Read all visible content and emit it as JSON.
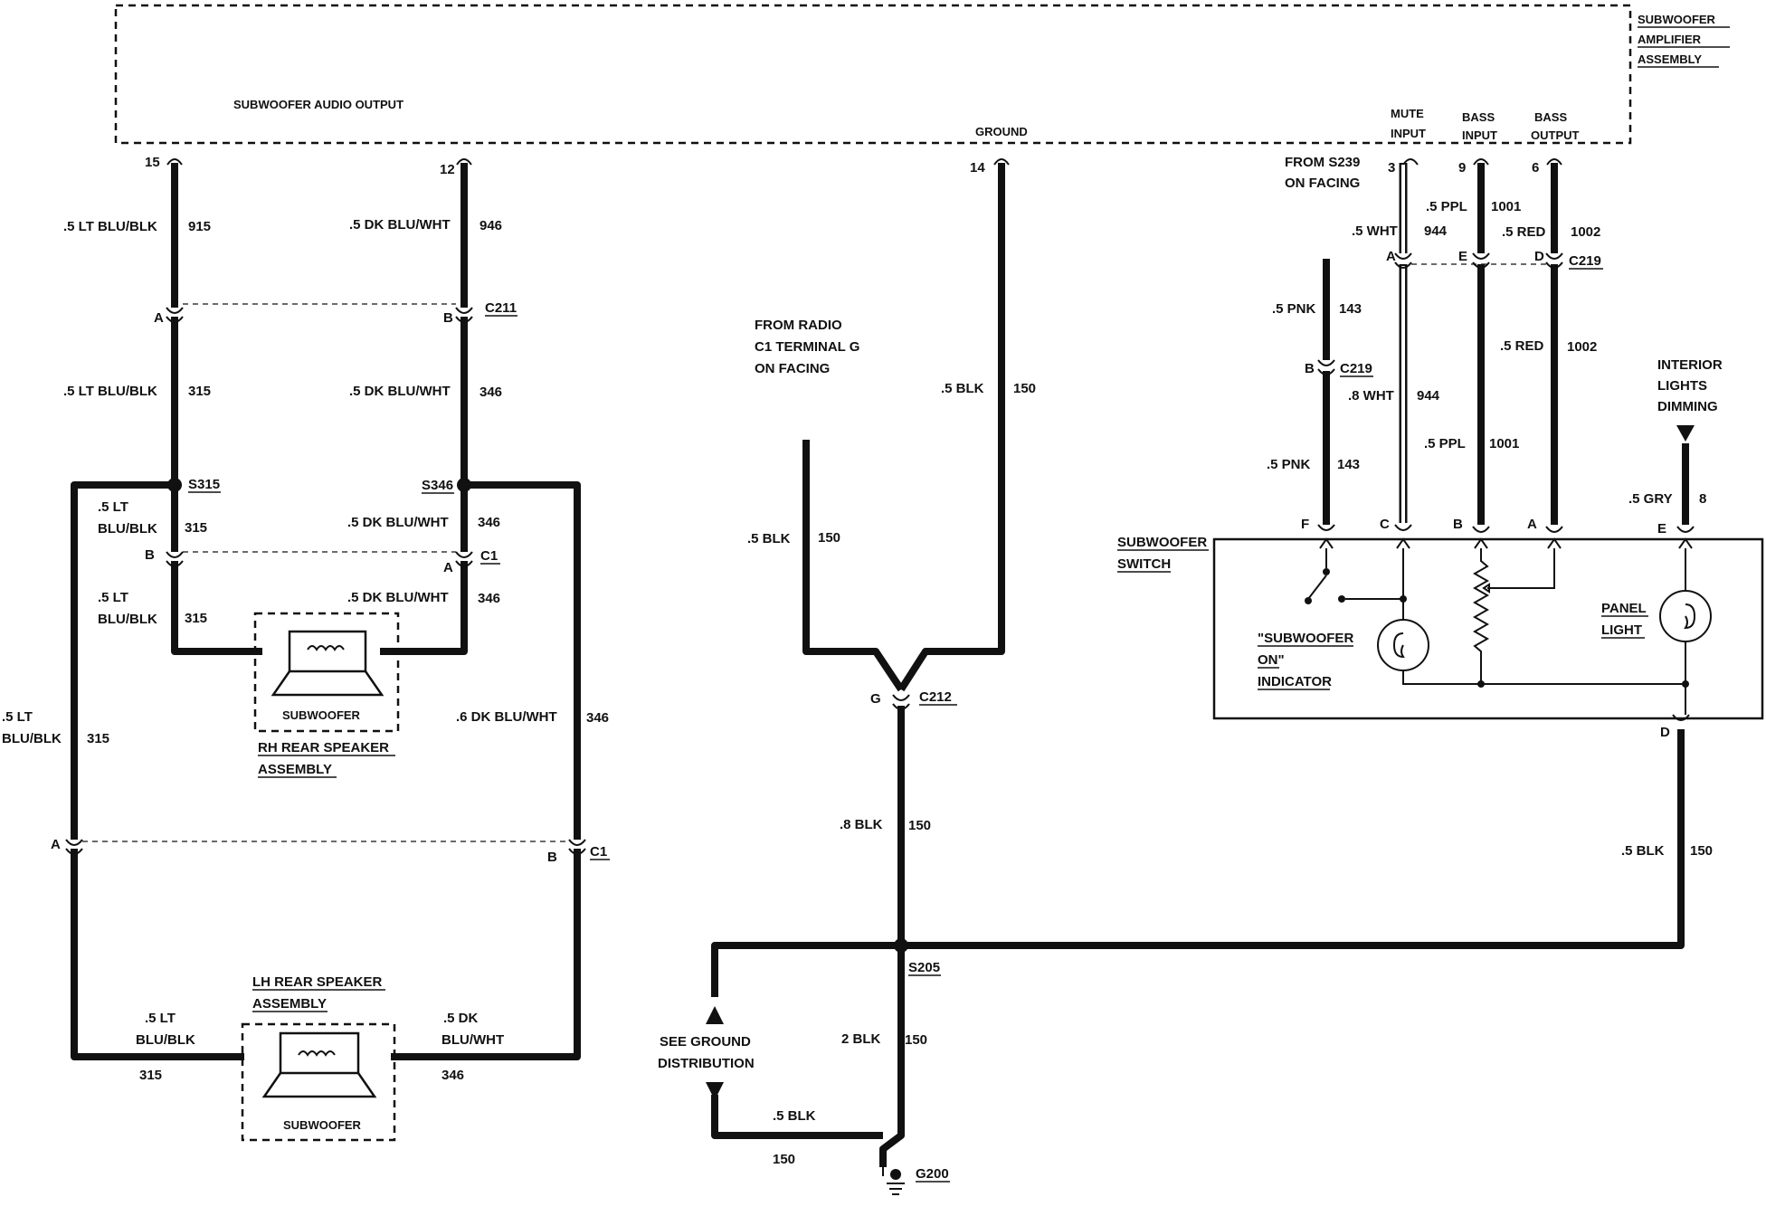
{
  "amplifier": {
    "title_lines": [
      "SUBWOOFER",
      "AMPLIFIER",
      "ASSEMBLY"
    ],
    "audio_output": "SUBWOOFER AUDIO OUTPUT",
    "ground": "GROUND",
    "mute_input": [
      "MUTE",
      "INPUT"
    ],
    "bass_input": [
      "BASS",
      "INPUT"
    ],
    "bass_output": [
      "BASS",
      "OUTPUT"
    ]
  },
  "pins": {
    "p15": "15",
    "p12": "12",
    "p14": "14",
    "p3": "3",
    "p9": "9",
    "p6": "6"
  },
  "from_s239": [
    "FROM S239",
    "ON FACING"
  ],
  "from_radio": [
    "FROM RADIO",
    "C1 TERMINAL G",
    "ON FACING"
  ],
  "interior_lights": [
    "INTERIOR",
    "LIGHTS",
    "DIMMING"
  ],
  "wires": {
    "w915_color": ".5 LT BLU/BLK",
    "w915_num": "915",
    "w946_color": ".5 DK BLU/WHT",
    "w946_num": "946",
    "w315_color": ".5 LT BLU/BLK",
    "w315_num": "315",
    "w346_color": ".5 DK BLU/WHT",
    "w346_num": "346",
    "w315b_line1": ".5 LT",
    "w315b_line2": "BLU/BLK",
    "w315b_num": "315",
    "w346b_color": ".5 DK BLU/WHT",
    "w346b_num": "346",
    "w315c_line1": ".5 LT",
    "w315c_line2": "BLU/BLK",
    "w315c_num": "315",
    "w346c_color": ".5 DK BLU/WHT",
    "w346c_num": "346",
    "w315d_line1": ".5 LT",
    "w315d_line2": "BLU/BLK",
    "w315d_num": "315",
    "w346d_color": ".6 DK BLU/WHT",
    "w346d_num": "346",
    "w315e_line1": ".5 LT",
    "w315e_line2": "BLU/BLK",
    "w315e_num": "315",
    "w346e_line1": ".5 DK",
    "w346e_line2": "BLU/WHT",
    "w346e_num": "346",
    "w150a_color": ".5 BLK",
    "w150a_num": "150",
    "w150b_color": ".5 BLK",
    "w150b_num": "150",
    "w150c_color": ".8 BLK",
    "w150c_num": "150",
    "w150d_color": "2 BLK",
    "w150d_num": "150",
    "w150e_color": ".5 BLK",
    "w150e_num": "150",
    "w150f_color": ".5 BLK",
    "w150f_num": "150",
    "w944a_color": ".5 WHT",
    "w944a_num": "944",
    "w944b_color": ".8 WHT",
    "w944b_num": "944",
    "w1001a_color": ".5 PPL",
    "w1001a_num": "1001",
    "w1001b_color": ".5 PPL",
    "w1001b_num": "1001",
    "w1002a_color": ".5 RED",
    "w1002a_num": "1002",
    "w1002b_color": ".5 RED",
    "w1002b_num": "1002",
    "w143a_color": ".5 PNK",
    "w143a_num": "143",
    "w143b_color": ".5 PNK",
    "w143b_num": "143",
    "w8_color": ".5 GRY",
    "w8_num": "8"
  },
  "connectors": {
    "c211": "C211",
    "c211_a": "A",
    "c211_b": "B",
    "s315": "S315",
    "s346": "S346",
    "c1_top": "C1",
    "c1_top_b": "B",
    "c1_top_a": "A",
    "c1_bottom": "C1",
    "c1_bottom_a": "A",
    "c1_bottom_b": "B",
    "c212": "C212",
    "c212_g": "G",
    "s205": "S205",
    "g200": "G200",
    "c219_top": "C219",
    "c219_a": "A",
    "c219_e": "E",
    "c219_d": "D",
    "c219_mid": "C219",
    "c219_mid_b": "B"
  },
  "switch": {
    "title": [
      "SUBWOOFER",
      "SWITCH"
    ],
    "pin_f": "F",
    "pin_c": "C",
    "pin_b": "B",
    "pin_a": "A",
    "pin_e": "E",
    "pin_d": "D",
    "indicator": [
      "\"SUBWOOFER",
      "ON\"",
      "INDICATOR"
    ],
    "panel_light": [
      "PANEL",
      "LIGHT"
    ]
  },
  "rh_speaker": {
    "name": [
      "RH REAR SPEAKER",
      "ASSEMBLY"
    ],
    "sub": "SUBWOOFER"
  },
  "lh_speaker": {
    "name": [
      "LH REAR SPEAKER",
      "ASSEMBLY"
    ],
    "sub": "SUBWOOFER"
  },
  "ground_dist": [
    "SEE GROUND",
    "DISTRIBUTION"
  ]
}
